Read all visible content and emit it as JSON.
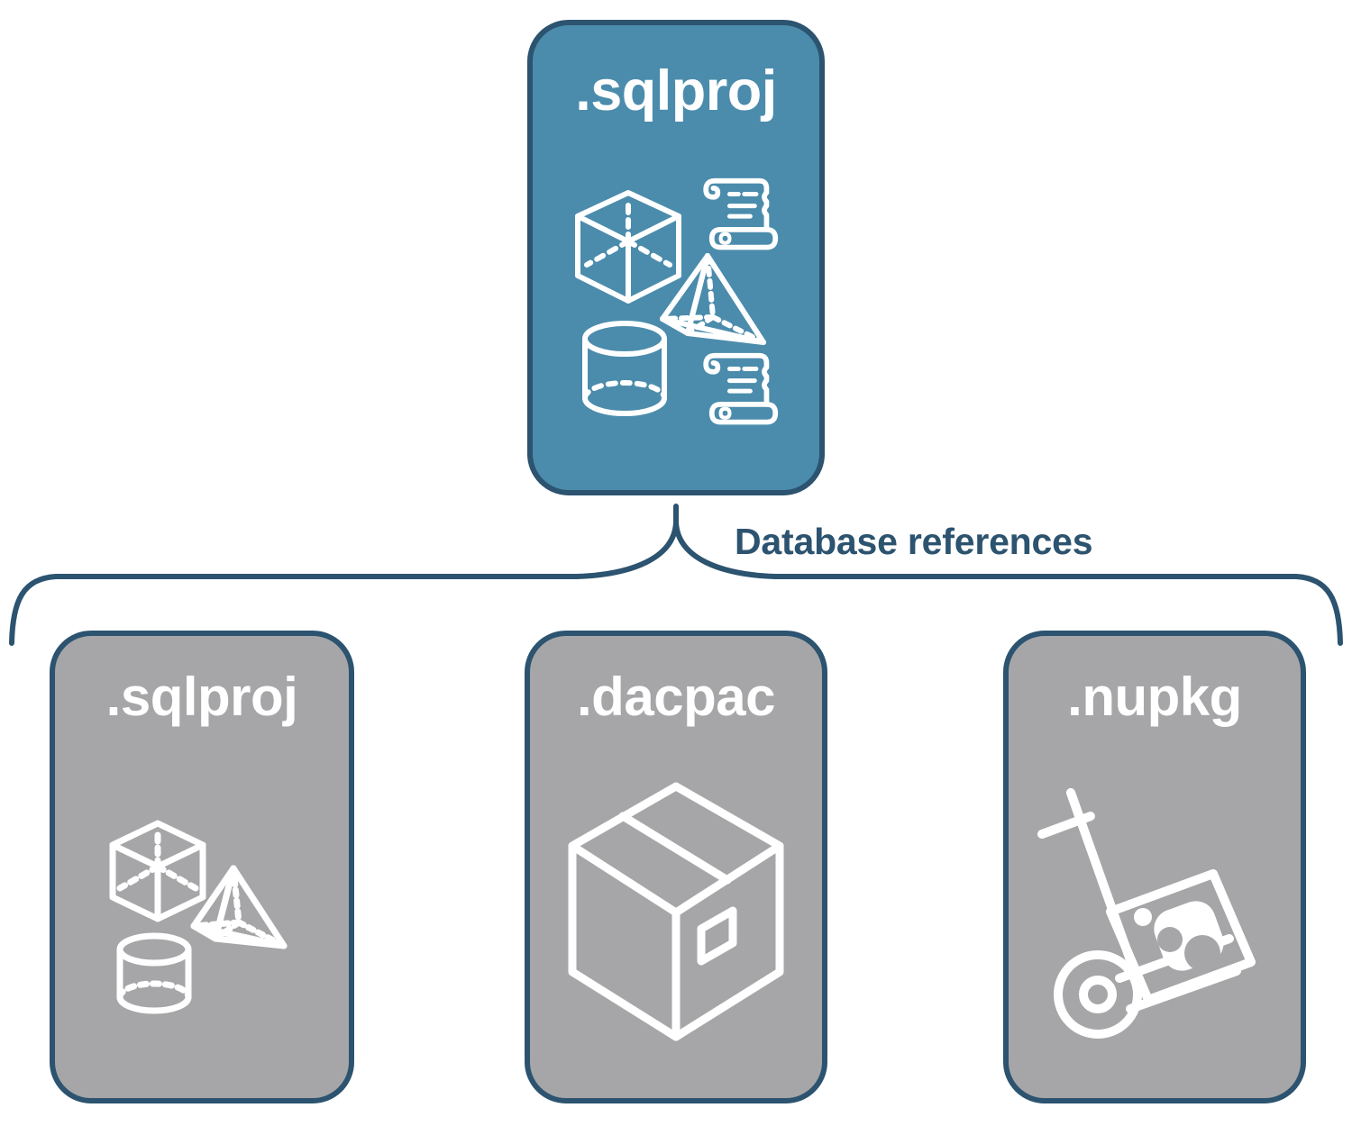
{
  "diagram": {
    "title_label": "Database references",
    "colors": {
      "primary_fill": "#4b8cac",
      "secondary_fill": "#a6a6a8",
      "stroke": "#2c536f",
      "icon": "#ffffff",
      "background": "#ffffff"
    },
    "root_node": {
      "label": ".sqlproj",
      "fill": "primary",
      "icons": [
        "cube-icon",
        "scroll-icon",
        "pyramid-icon",
        "cylinder-icon",
        "scroll-icon"
      ]
    },
    "reference_nodes": [
      {
        "label": ".sqlproj",
        "fill": "secondary",
        "icons": [
          "cube-icon",
          "pyramid-icon",
          "cylinder-icon"
        ]
      },
      {
        "label": ".dacpac",
        "fill": "secondary",
        "icons": [
          "package-box-icon"
        ]
      },
      {
        "label": ".nupkg",
        "fill": "secondary",
        "icons": [
          "hand-truck-package-icon"
        ]
      }
    ],
    "connector": {
      "type": "curly-brace",
      "orientation": "down",
      "label": "Database references"
    }
  }
}
